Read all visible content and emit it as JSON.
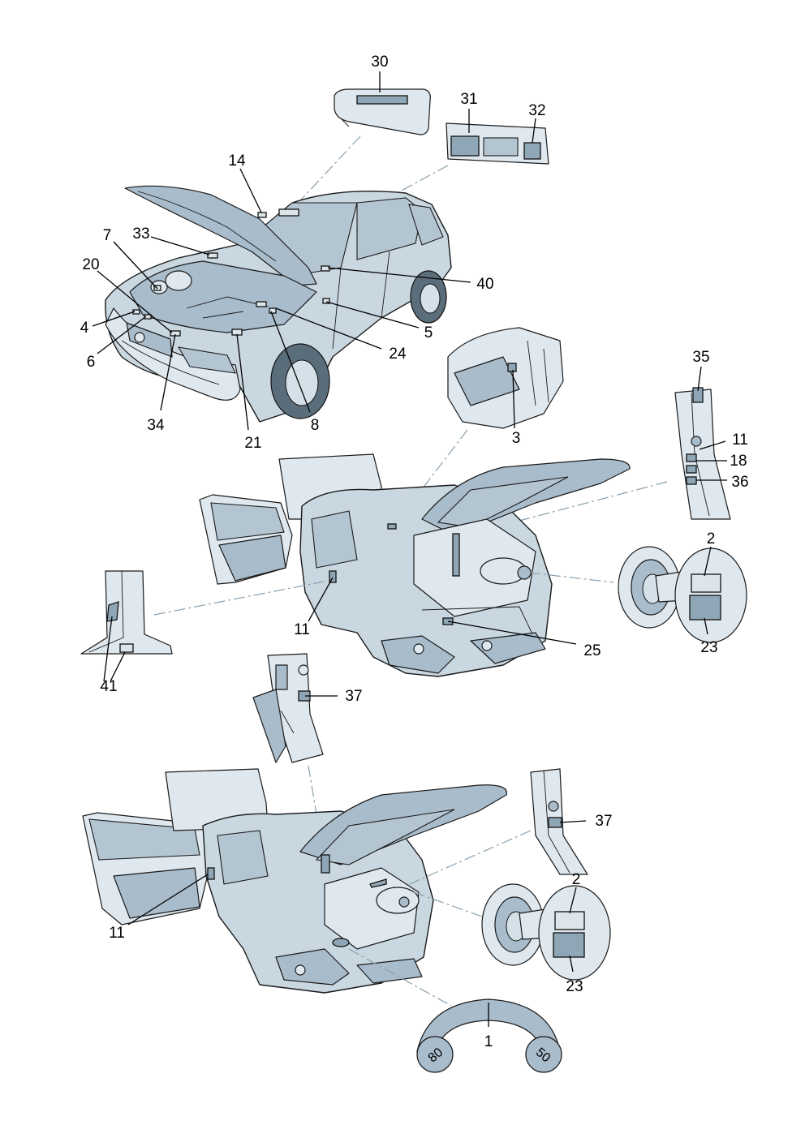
{
  "callouts": {
    "c1": "1",
    "c2a": "2",
    "c2b": "2",
    "c3": "3",
    "c4": "4",
    "c5": "5",
    "c6": "6",
    "c7": "7",
    "c8": "8",
    "c11a": "11",
    "c11b": "11",
    "c11c": "11",
    "c14": "14",
    "c18": "18",
    "c20": "20",
    "c21": "21",
    "c23a": "23",
    "c23b": "23",
    "c24": "24",
    "c25": "25",
    "c30": "30",
    "c31": "31",
    "c32": "32",
    "c33": "33",
    "c34": "34",
    "c35": "35",
    "c36": "36",
    "c37a": "37",
    "c37b": "37",
    "c40": "40",
    "c41": "41"
  },
  "speed_sticker": {
    "left": "80",
    "right": "50"
  },
  "colors": {
    "body": "#c9d7e1",
    "body_dark": "#a9bccb",
    "line": "#1a1a1a",
    "dash": "#8aa0ae"
  }
}
